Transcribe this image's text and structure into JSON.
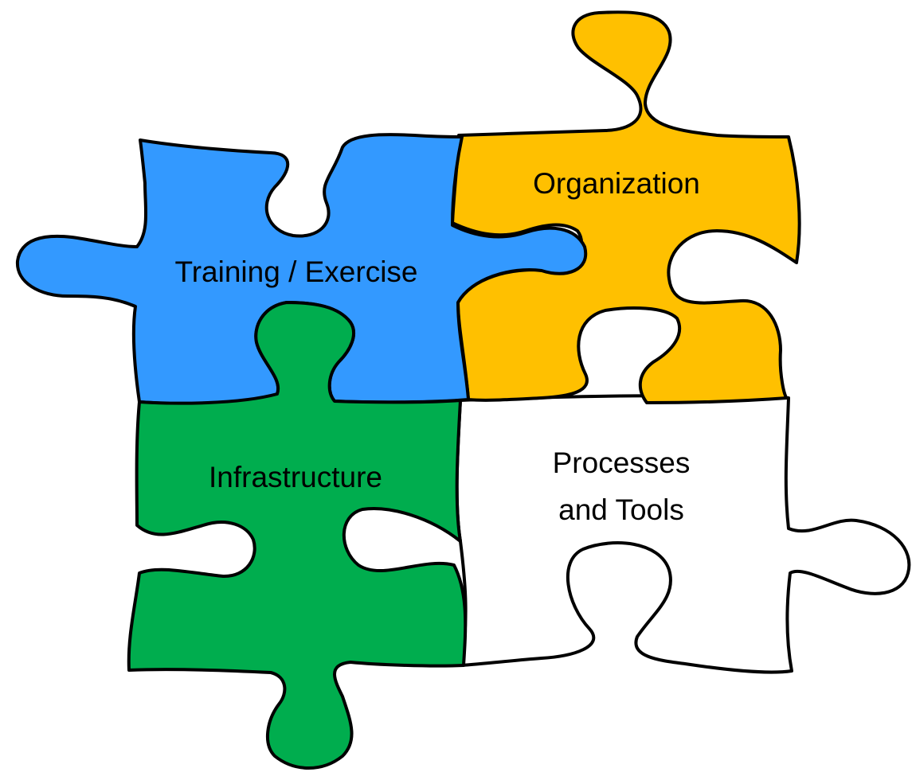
{
  "colors": {
    "background": "#ffffff",
    "outline": "#000000",
    "training": "#3399ff",
    "organization": "#ffc000",
    "infrastructure": "#00ad4e",
    "processes": "#ffffff"
  },
  "pieces": {
    "training": {
      "label": "Training / Exercise"
    },
    "organization": {
      "label": "Organization"
    },
    "infrastructure": {
      "label": "Infrastructure"
    },
    "processes": {
      "line1": "Processes",
      "line2": "and Tools"
    }
  }
}
